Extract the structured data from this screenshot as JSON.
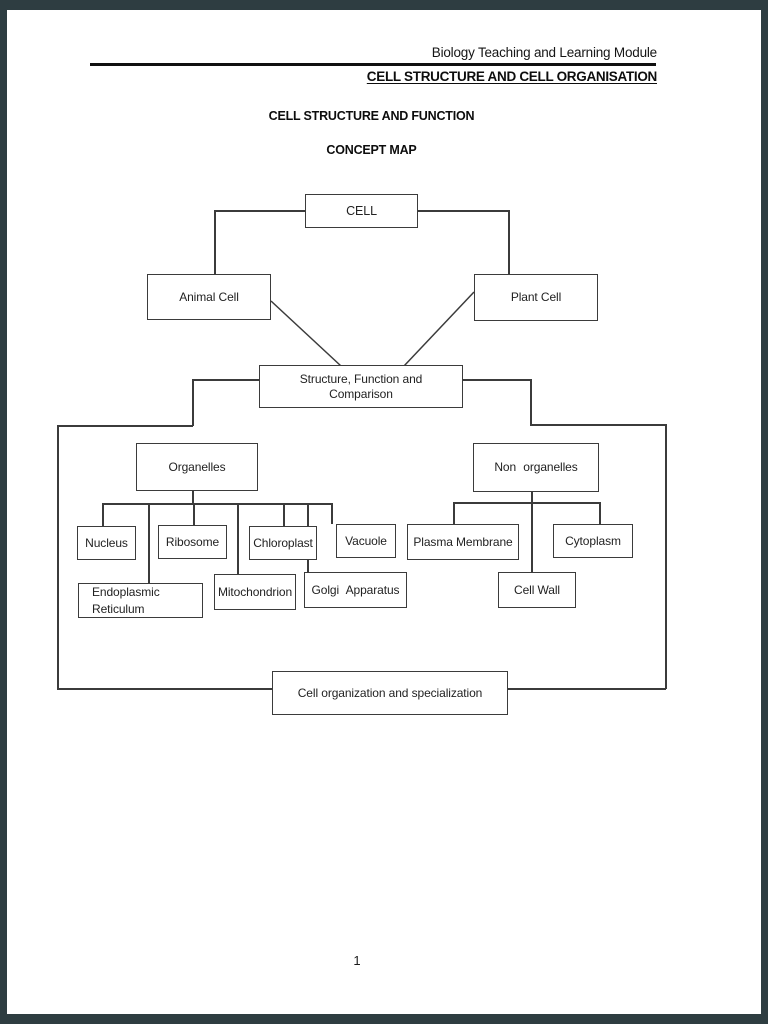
{
  "frame": {
    "color": "#2e3d41"
  },
  "header": {
    "module": "Biology Teaching and Learning Module",
    "chapter": "CELL STRUCTURE AND CELL ORGANISATION"
  },
  "titles": {
    "section": "CELL STRUCTURE AND FUNCTION",
    "subtitle": "CONCEPT MAP"
  },
  "map": {
    "cell": "CELL",
    "animal_cell": "Animal Cell",
    "plant_cell": "Plant Cell",
    "structure_line1": "Structure, Function and",
    "structure_line2": "Comparison",
    "organelles": "Organelles",
    "non_organelles": "Non organelles",
    "nucleus": "Nucleus",
    "ribosome": "Ribosome",
    "chloroplast": "Chloroplast",
    "vacuole": "Vacuole",
    "plasma_membrane": "Plasma Membrane",
    "cytoplasm": "Cytoplasm",
    "er_line1": "Endoplasmic",
    "er_line2": "Reticulum",
    "mitochondrion": "Mitochondrion",
    "golgi": "Golgi Apparatus",
    "cell_wall": "Cell Wall",
    "organization": "Cell organization and specialization"
  },
  "footer": {
    "page_number": "1"
  }
}
